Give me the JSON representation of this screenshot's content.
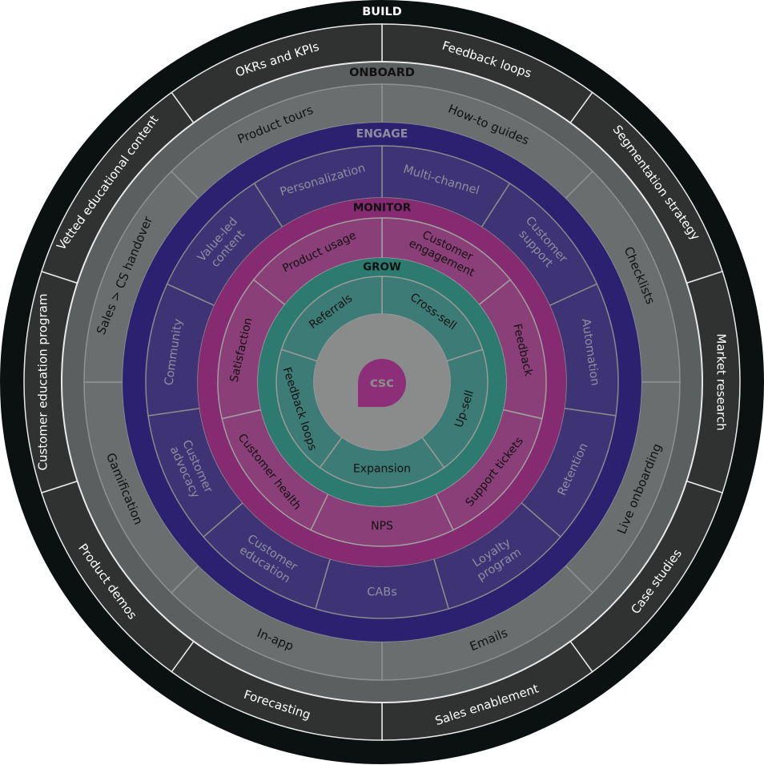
{
  "rings": [
    {
      "id": "build",
      "title": "BUILD",
      "colors": {
        "ring": "#0b1110",
        "segment": "#2f3231",
        "stroke": "#e8e8e8",
        "text": "#ffffff",
        "title": "#ffffff"
      },
      "segments": [
        "Feedback loops",
        "Segmentation strategy",
        "Market research",
        "Case studies",
        "Sales enablement",
        "Forecasting",
        "Product demos",
        "Customer education program",
        "Vetted educational content",
        "OKRs and KPIs"
      ]
    },
    {
      "id": "onboard",
      "title": "ONBOARD",
      "colors": {
        "ring": "#5c5f5f",
        "segment": "#6b6e6e",
        "stroke": "#8f9292",
        "text": "#111111",
        "title": "#111111"
      },
      "segments": [
        "How-to guides",
        "Checklists",
        "Live onboarding",
        "Emails",
        "In-app",
        "Gamification",
        "Sales > CS handover",
        "Product tours"
      ]
    },
    {
      "id": "engage",
      "title": "ENGAGE",
      "colors": {
        "ring": "#2c2170",
        "segment": "#3e3475",
        "stroke": "#8a8a8a",
        "text": "#8e8ea0",
        "title": "#8e8ea0"
      },
      "segments": [
        "Multi-channel",
        "Customer\nsupport",
        "Automation",
        "Retention",
        "Loyalty\nprogram",
        "CABs",
        "Customer\neducation",
        "Customer\nadvocacy",
        "Community",
        "Value-led\ncontent",
        "Personalization"
      ]
    },
    {
      "id": "monitor",
      "title": "MONITOR",
      "colors": {
        "ring": "#862a72",
        "segment": "#8b3f78",
        "stroke": "#a0a0a0",
        "text": "#111111",
        "title": "#111111"
      },
      "segments": [
        "Customer\nengagement",
        "Feedback",
        "Support tickets",
        "NPS",
        "Customer health",
        "Satisfaction",
        "Product usage"
      ]
    },
    {
      "id": "grow",
      "title": "GROW",
      "colors": {
        "ring": "#2c7a70",
        "segment": "#3d7b77",
        "stroke": "#9a9a9a",
        "text": "#111111",
        "title": "#111111"
      },
      "segments": [
        "Cross-sell",
        "Up-sell",
        "Expansion",
        "Feedback loops",
        "Referrals"
      ]
    }
  ],
  "center": {
    "logo_text": "csc",
    "colors": {
      "disc": "#8a8c8c",
      "logo": "#8c2e78",
      "logo_text": "#8a8c8c"
    }
  }
}
